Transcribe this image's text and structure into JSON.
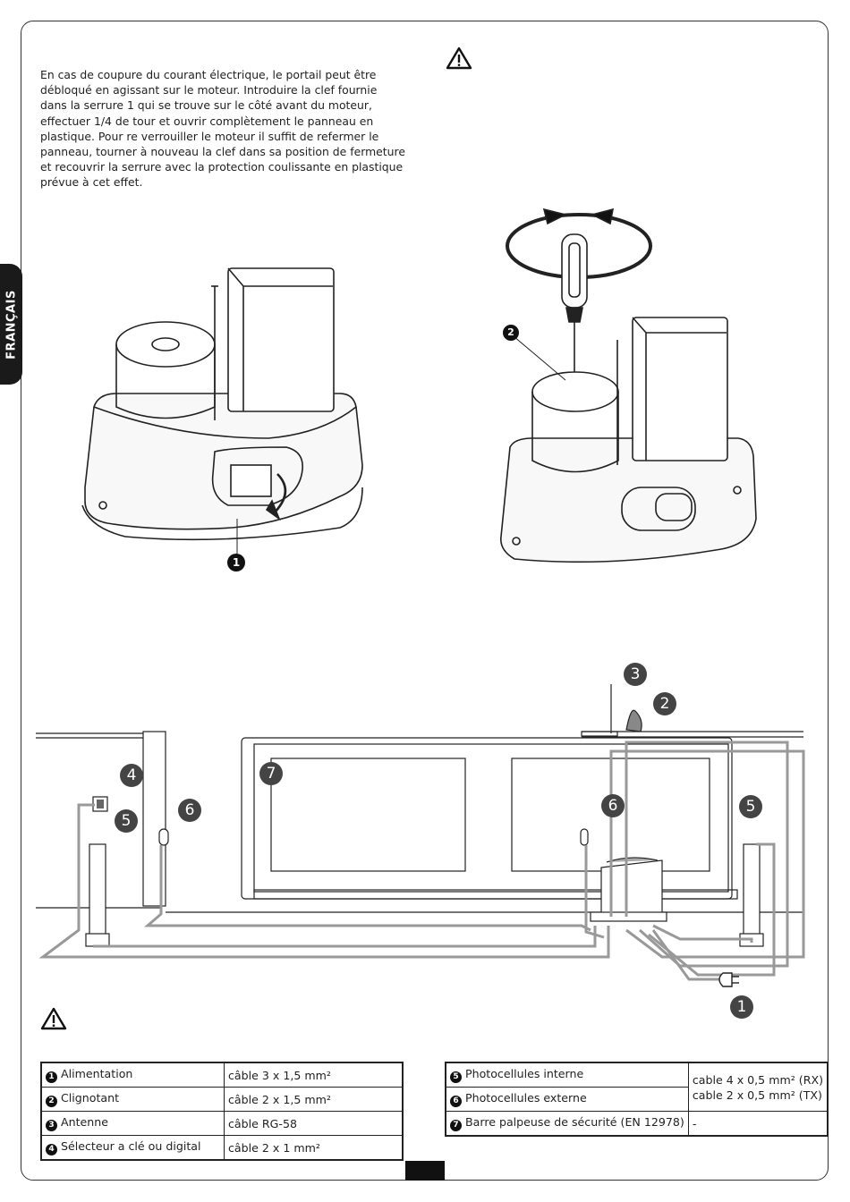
{
  "side_tab": "FRANÇAIS",
  "intro_text": "En cas de coupure du courant électrique, le portail peut être débloqué en agissant sur le moteur. Introduire la clef fournie dans la serrure 1 qui se trouve sur le côté avant du moteur, effectuer 1/4 de tour et ouvrir complètement le panneau en plastique. Pour re verrouiller le moteur il suffit de refermer le panneau, tourner à nouveau la clef dans sa position de fermeture et recouvrir la serrure avec la protection coulissante en plastique prévue à cet effet.",
  "figure_labels": {
    "motor_lock": "1",
    "motor_screw": "2",
    "antenna": "3",
    "flasher": "2",
    "key_selector": "4",
    "photocell_left": "5",
    "photocell_right": "5",
    "photocell_ext_left": "6",
    "photocell_ext_right": "6",
    "safety_edge": "7",
    "power": "1"
  },
  "table_left": [
    {
      "n": "1",
      "label": "Alimentation",
      "cable": "câble 3 x 1,5 mm²"
    },
    {
      "n": "2",
      "label": "Clignotant",
      "cable": "câble 2 x 1,5 mm²"
    },
    {
      "n": "3",
      "label": "Antenne",
      "cable": "câble RG-58"
    },
    {
      "n": "4",
      "label": "Sélecteur a clé ou digital",
      "cable": "câble 2 x 1 mm²"
    }
  ],
  "table_right": {
    "row5_label": "Photocellules interne",
    "row6_label": "Photocellules externe",
    "row56_cable_rx": "cable 4 x 0,5 mm² (RX)",
    "row56_cable_tx": "cable 2 x 0,5 mm² (TX)",
    "row7_label": "Barre palpeuse de sécurité (EN 12978)",
    "row7_cable": "-",
    "n5": "5",
    "n6": "6",
    "n7": "7"
  }
}
